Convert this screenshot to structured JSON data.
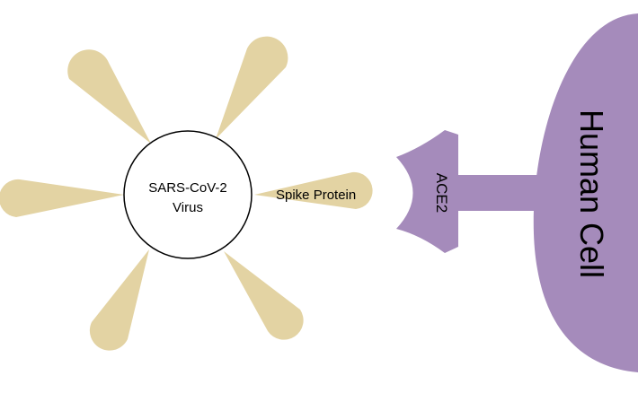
{
  "virus": {
    "label_line1": "SARS-CoV-2",
    "label_line2": "Virus"
  },
  "spike": {
    "label": "Spike Protein"
  },
  "receptor": {
    "label": "ACE2"
  },
  "cell": {
    "label": "Human Cell"
  },
  "colors": {
    "spike": "#e3d3a3",
    "cell": "#a58bbb",
    "virus_fill": "#ffffff",
    "virus_stroke": "#000000",
    "text": "#000000"
  }
}
